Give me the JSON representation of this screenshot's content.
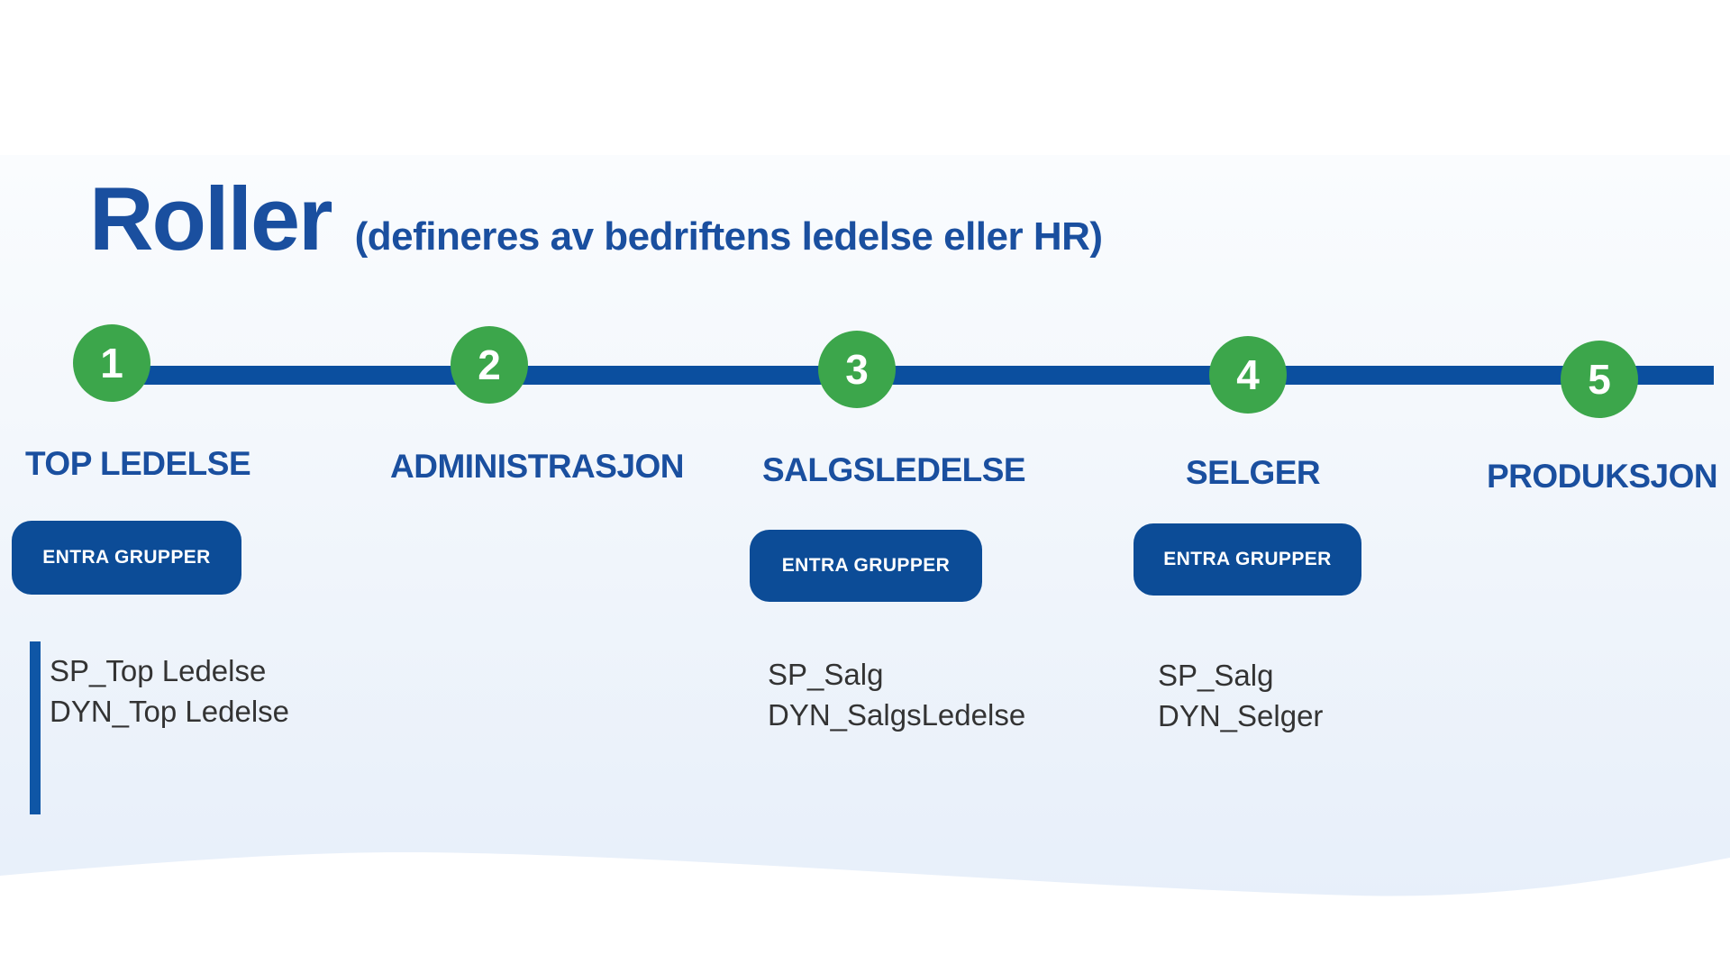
{
  "slide": {
    "title": "Roller",
    "subtitle": "(defineres av bedriftens ledelse eller HR)"
  },
  "steps": [
    {
      "number": "1",
      "label": "TOP LEDELSE",
      "button": "ENTRA GRUPPER",
      "groups": [
        "SP_Top Ledelse",
        "DYN_Top Ledelse"
      ]
    },
    {
      "number": "2",
      "label": "ADMINISTRASJON"
    },
    {
      "number": "3",
      "label": "SALGSLEDELSE",
      "button": "ENTRA GRUPPER",
      "groups": [
        "SP_Salg",
        "DYN_SalgsLedelse"
      ]
    },
    {
      "number": "4",
      "label": "SELGER",
      "button": "ENTRA GRUPPER",
      "groups": [
        "SP_Salg",
        "DYN_Selger"
      ]
    },
    {
      "number": "5",
      "label": "PRODUKSJON"
    }
  ],
  "colors": {
    "title_blue": "#1a4f9f",
    "timeline_blue": "#0b4f9f",
    "button_blue": "#0c4c97",
    "accent_bar_blue": "#0f56a6",
    "circle_green": "#3ca64b",
    "body_text": "#333333",
    "wash_blue": "#e7effa"
  }
}
